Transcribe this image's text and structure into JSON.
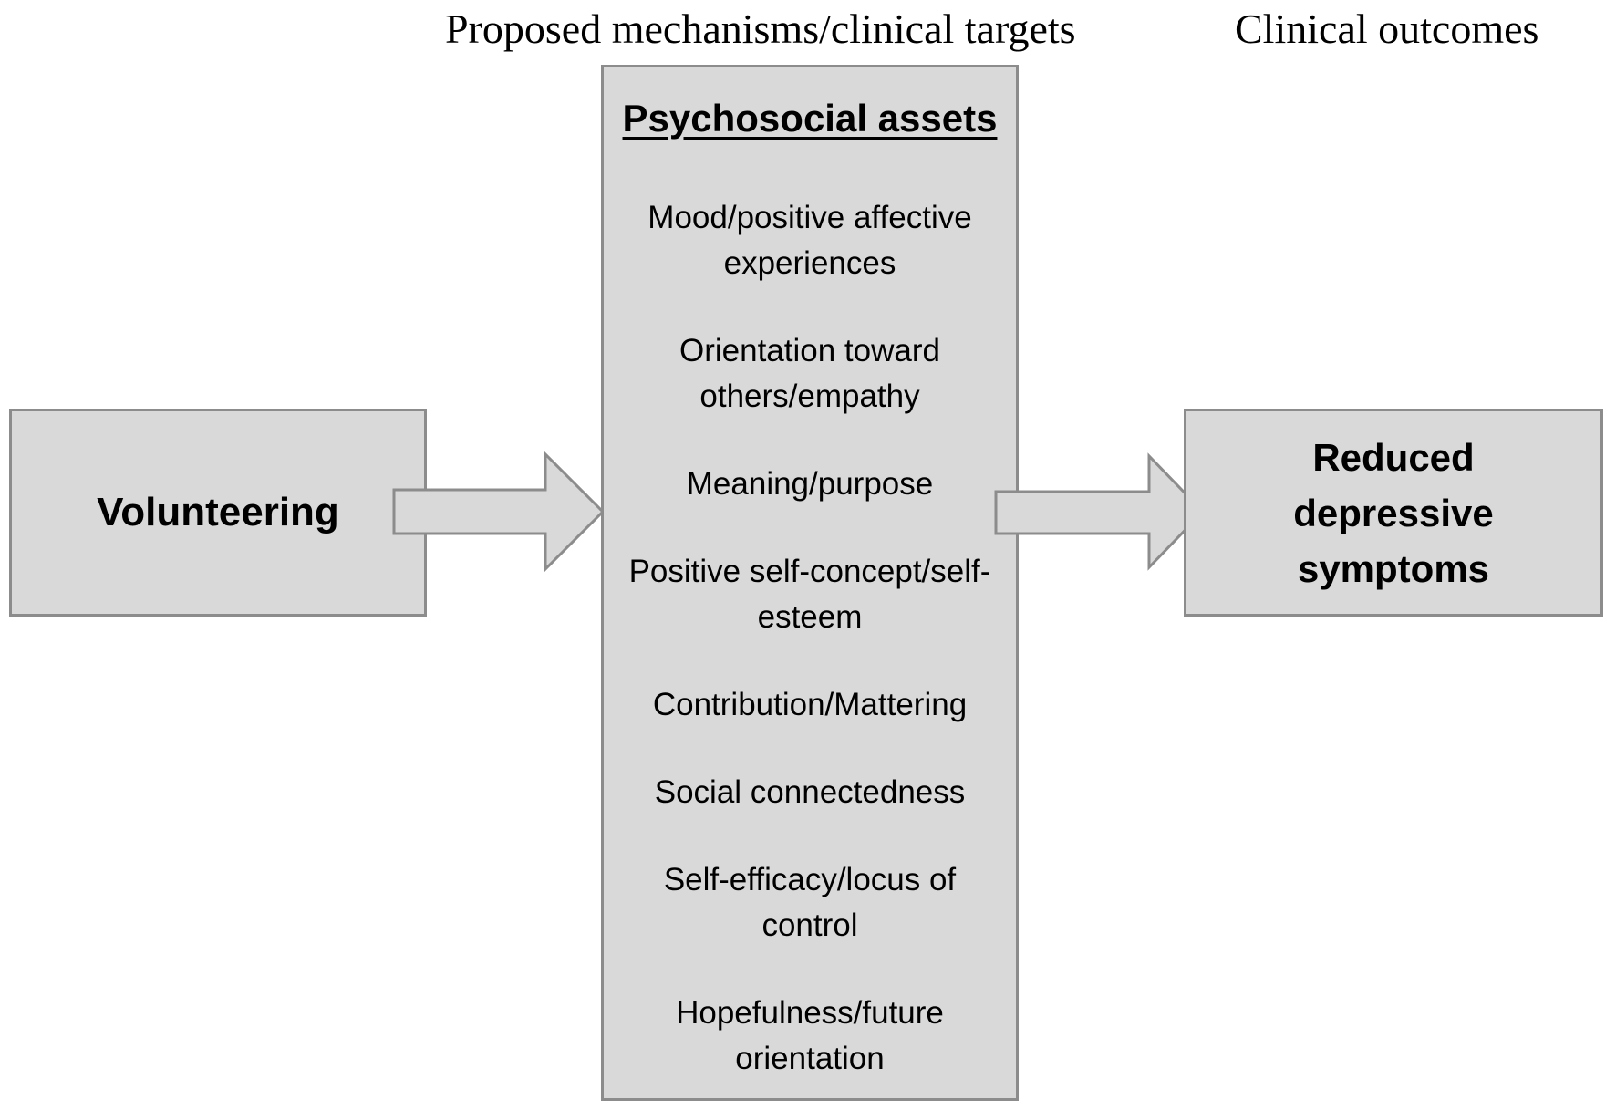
{
  "headers": {
    "mechanisms": "Proposed mechanisms/clinical targets",
    "outcomes": "Clinical outcomes"
  },
  "input_box": {
    "label": "Volunteering"
  },
  "mechanisms_box": {
    "title": "Psychosocial assets",
    "items": [
      "Mood/positive affective experiences",
      "Orientation toward others/empathy",
      "Meaning/purpose",
      "Positive self-concept/self-esteem",
      "Contribution/Mattering",
      "Social connectedness",
      "Self-efficacy/locus of control",
      "Hopefulness/future orientation"
    ]
  },
  "outcome_box": {
    "label": "Reduced depressive symptoms"
  },
  "colors": {
    "box_fill": "#d9d9d9",
    "box_border": "#8c8c8c"
  }
}
